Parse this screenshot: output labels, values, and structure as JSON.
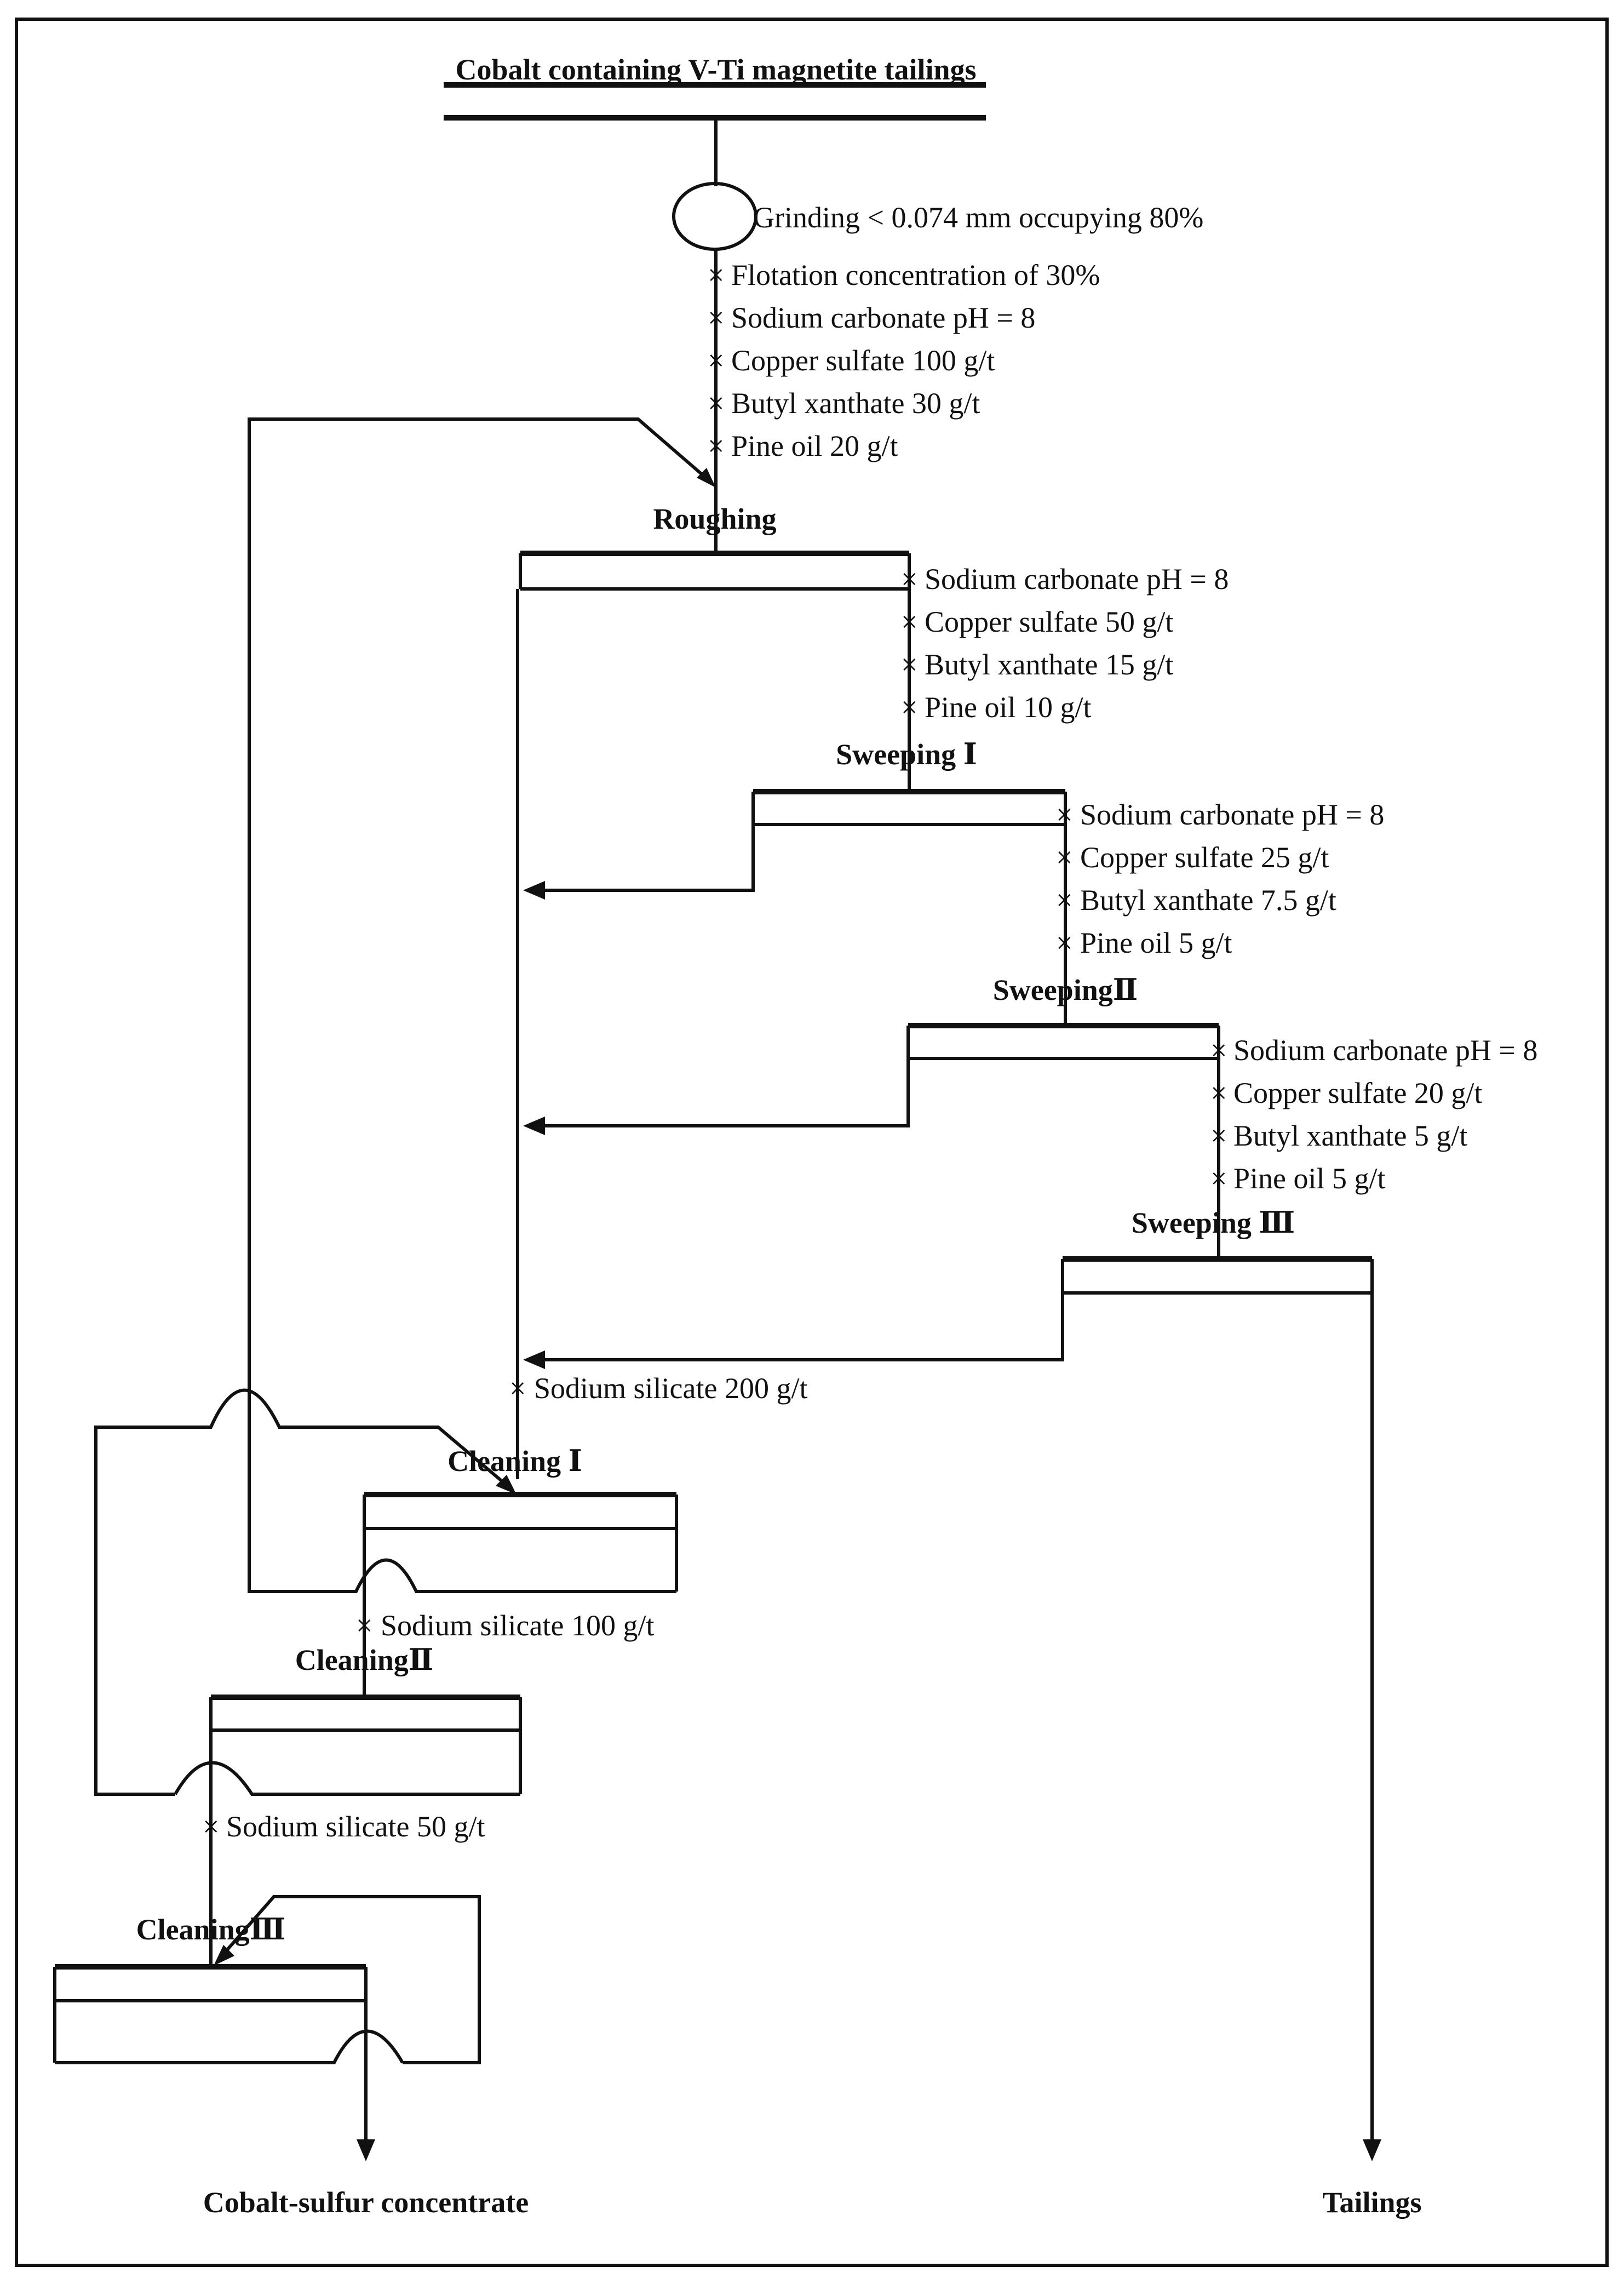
{
  "feed": "Cobalt containing V-Ti magnetite tailings",
  "grinding": "Grinding < 0.074 mm occupying 80%",
  "roughing": {
    "title": "Roughing",
    "reagents": [
      "Flotation concentration of 30%",
      "Sodium carbonate pH = 8",
      "Copper sulfate 100 g/t",
      "Butyl xanthate 30 g/t",
      "Pine oil 20 g/t"
    ]
  },
  "sweeping_1": {
    "title": "Sweeping Ⅰ",
    "reagents": [
      "Sodium carbonate pH = 8",
      "Copper sulfate 50 g/t",
      "Butyl xanthate 15 g/t",
      "Pine oil 10 g/t"
    ]
  },
  "sweeping_2": {
    "title": "SweepingⅡ",
    "reagents": [
      "Sodium carbonate pH = 8",
      "Copper sulfate 25 g/t",
      "Butyl xanthate 7.5 g/t",
      "Pine oil 5 g/t"
    ]
  },
  "sweeping_3": {
    "title": "Sweeping Ⅲ",
    "reagents": [
      "Sodium carbonate pH = 8",
      "Copper sulfate 20 g/t",
      "Butyl xanthate 5 g/t",
      "Pine oil 5 g/t"
    ]
  },
  "cleaning_1": {
    "title": "Cleaning Ⅰ",
    "reagent": "Sodium silicate 200 g/t"
  },
  "cleaning_2": {
    "title": "CleaningⅡ",
    "reagent": "Sodium silicate 100 g/t"
  },
  "cleaning_3": {
    "title": "CleaningⅢ",
    "reagent": "Sodium silicate 50 g/t"
  },
  "products": {
    "concentrate": "Cobalt-sulfur concentrate",
    "tailings": "Tailings"
  },
  "marker": "×"
}
